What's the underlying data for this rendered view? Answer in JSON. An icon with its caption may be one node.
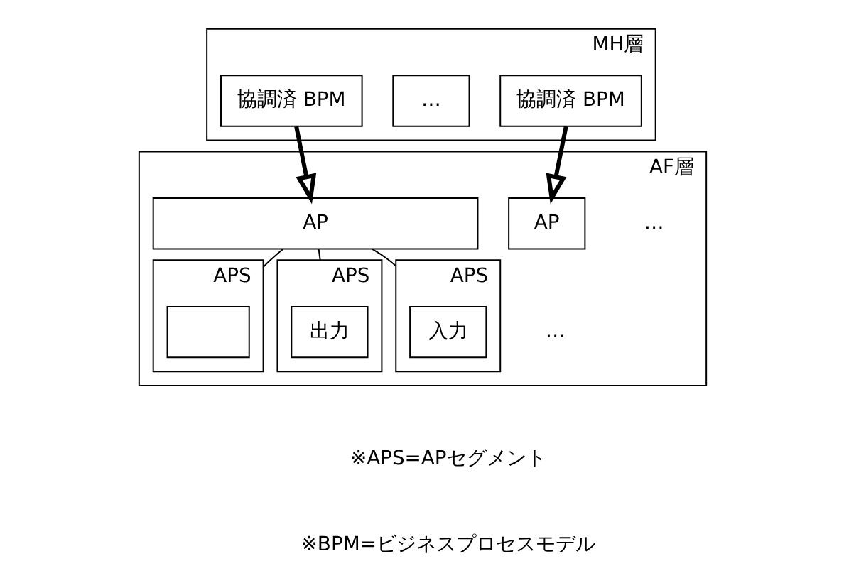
{
  "diagram": {
    "nodes": [
      {
        "text": [
          "MH層"
        ]
      },
      {
        "text": [
          "協調済 BPM"
        ],
        "in": 0
      },
      {
        "text": [
          "…"
        ],
        "in": 0
      },
      {
        "text": [
          "協調済 BPM"
        ],
        "in": 0
      },
      {
        "text": [
          "AF層"
        ]
      },
      {
        "text": [
          "AP"
        ],
        "in": 4
      },
      {
        "text": [
          "AP"
        ],
        "in": 4
      },
      {
        "text": [
          "APS"
        ],
        "in": 4
      },
      {
        "text": [],
        "shape": "box",
        "in": 7
      },
      {
        "text": [
          "APS"
        ],
        "in": 4
      },
      {
        "text": [
          "出力"
        ],
        "in": 9
      },
      {
        "text": [
          "APS"
        ],
        "in": 4
      },
      {
        "text": [
          "入力"
        ],
        "in": 11
      }
    ],
    "edges": [
      {
        "from": 1,
        "to": 5,
        "arrow": "to",
        "style": "thick"
      },
      {
        "from": 3,
        "to": 6,
        "arrow": "to",
        "style": "thick"
      },
      {
        "from": 6,
        "to": 7,
        "arrow": "none"
      },
      {
        "from": 6,
        "to": 9,
        "arrow": "none"
      },
      {
        "from": 6,
        "to": 11,
        "arrow": "none"
      }
    ],
    "labels": [
      "…",
      "…",
      "※APS=APセグメント",
      "※BPM=ビジネスプロセスモデル"
    ]
  }
}
